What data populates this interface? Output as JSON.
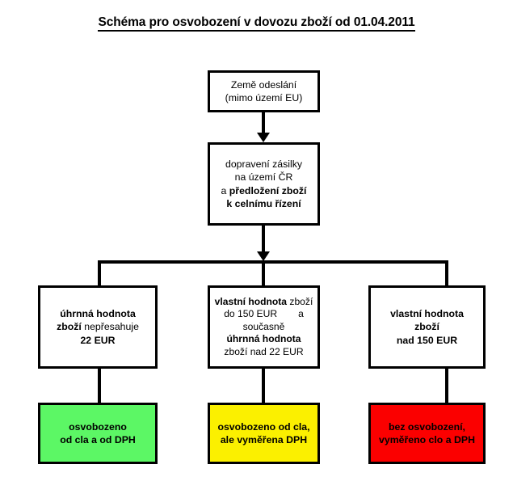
{
  "document": {
    "title": "Schéma pro osvobození v dovozu zboží od 01.04.2011",
    "language": "cs",
    "type": "flowchart"
  },
  "colors": {
    "stroke": "#000000",
    "page_background": "#ffffff",
    "box_background": "#ffffff",
    "result_exempt_green": "#5CF765",
    "result_partial_yellow": "#FBF000",
    "result_none_red": "#FB0000"
  },
  "nodes": {
    "origin": {
      "id": "origin",
      "lines": [
        {
          "text": "Země odeslání",
          "bold": false
        },
        {
          "text": "(mimo území EU)",
          "bold": false
        }
      ]
    },
    "transport": {
      "id": "transport",
      "lines": [
        {
          "text": "dopravení zásilky",
          "bold": false
        },
        {
          "text": "na území ČR",
          "bold": false
        },
        {
          "text": "a předložení zboží",
          "bold": "mixed"
        },
        {
          "text": "k celnímu řízení",
          "bold": true
        }
      ],
      "line3_plain": "a ",
      "line3_bold": "předložení zboží",
      "line4_bold": "k celnímu řízení"
    },
    "left_condition": {
      "id": "left-condition",
      "line1_bold": "úhrnná hodnota",
      "line2_bold": "zboží",
      "line2_plain": " nepřesahuje",
      "line3_bold": "22 EUR"
    },
    "mid_condition": {
      "id": "mid-condition",
      "line1_bold": "vlastní hodnota",
      "line1_plain": " zboží",
      "line2_plain_a": "do 150 EUR",
      "line2_plain_b": "a",
      "line3_plain": "současně",
      "line4_bold": "úhrnná hodnota",
      "line5_plain": "zboží nad 22 EUR"
    },
    "right_condition": {
      "id": "right-condition",
      "lines": [
        {
          "text": "vlastní hodnota",
          "bold": true
        },
        {
          "text": "zboží",
          "bold": true
        },
        {
          "text": "nad 150 EUR",
          "bold": true
        }
      ],
      "line1": "vlastní hodnota",
      "line2": "zboží",
      "line3": "nad 150 EUR"
    },
    "left_result": {
      "id": "left-result",
      "color": "#5CF765",
      "line1": "osvobozeno",
      "line2": "od cla a od DPH"
    },
    "mid_result": {
      "id": "mid-result",
      "color": "#FBF000",
      "line1": "osvobozeno od cla,",
      "line2": "ale vyměřena DPH"
    },
    "right_result": {
      "id": "right-result",
      "color": "#FB0000",
      "line1": "bez osvobození,",
      "line2": "vyměřeno clo a DPH"
    }
  },
  "connectors": [
    {
      "id": "origin-to-transport",
      "from": "origin",
      "to": "transport",
      "arrow": true
    },
    {
      "id": "transport-to-split",
      "from": "transport",
      "to": "split-bus",
      "arrow": true
    },
    {
      "id": "split-to-left-condition",
      "from": "split-bus",
      "to": "left_condition",
      "arrow": false
    },
    {
      "id": "split-to-mid-condition",
      "from": "split-bus",
      "to": "mid_condition",
      "arrow": false
    },
    {
      "id": "split-to-right-condition",
      "from": "split-bus",
      "to": "right_condition",
      "arrow": false
    },
    {
      "id": "left-condition-to-left-result",
      "from": "left_condition",
      "to": "left_result",
      "arrow": false
    },
    {
      "id": "mid-condition-to-mid-result",
      "from": "mid_condition",
      "to": "mid_result",
      "arrow": false
    },
    {
      "id": "right-condition-to-right-result",
      "from": "right_condition",
      "to": "right_result",
      "arrow": false
    }
  ]
}
